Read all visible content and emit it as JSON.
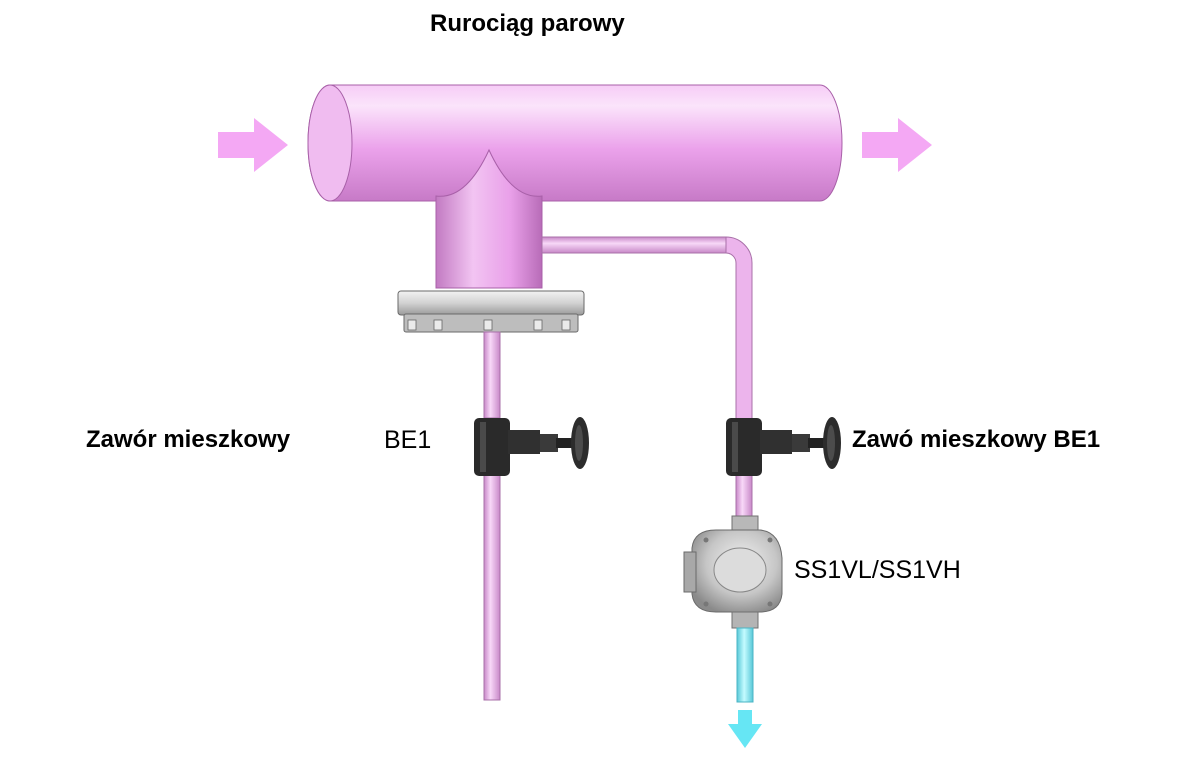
{
  "title": "Rurociąg parowy",
  "labels": {
    "left_valve_name": "Zawór mieszkowy",
    "left_valve_model": "BE1",
    "right_valve": "Zawó mieszkowy BE1",
    "steam_trap": "SS1VL/SS1VH"
  },
  "colors": {
    "steam_pipe": "#efa8ef",
    "condensate": "#7ff0f6",
    "flow_arrow": "#f4a8f4",
    "drain_arrow": "#66e6f4",
    "valve_body": "#2a2a2a",
    "flange": "#cfcfcf",
    "trap_body": "#c9c9c9"
  },
  "icons": {
    "inlet": "arrow-right-icon",
    "outlet": "arrow-right-icon",
    "drain": "arrow-down-icon",
    "valve": "globe-valve-icon",
    "trap": "steam-trap-icon"
  }
}
